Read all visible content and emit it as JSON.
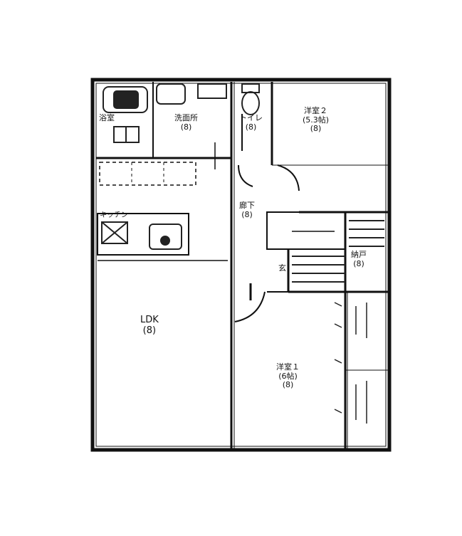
{
  "rooms": {
    "ldk": {
      "name": "LDK",
      "size": "(8)"
    },
    "bath": {
      "name": "浴室"
    },
    "washroom": {
      "name": "洗面所",
      "size": "(8)"
    },
    "toilet": {
      "name": "トイレ",
      "size": "(8)"
    },
    "bedroom2": {
      "name": "洋室２",
      "tatami": "(5.3帖)",
      "size": "(8)"
    },
    "hallway": {
      "name": "廊下",
      "size": "(8)"
    },
    "kitchen": {
      "name": "キッチン"
    },
    "storage": {
      "name": "納戸",
      "size": "(8)"
    },
    "bedroom1": {
      "name": "洋室１",
      "tatami": "(6帖)",
      "size": "(8)"
    },
    "entrance": {
      "name": "玄"
    }
  },
  "colors": {
    "wall": "#111111",
    "background": "#ffffff",
    "fixture": "#222222"
  }
}
